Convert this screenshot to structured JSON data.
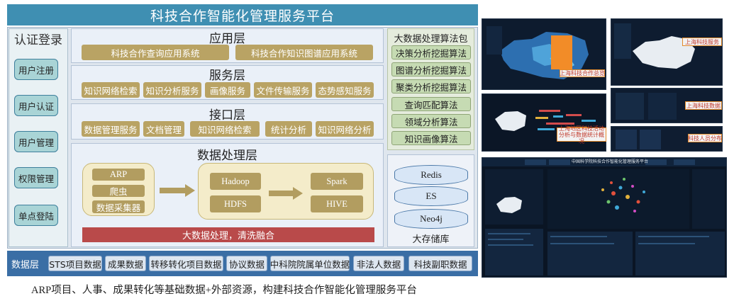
{
  "title": "科技合作智能化管理服务平台",
  "auth": {
    "title": "认证登录",
    "items": [
      "用户注册",
      "用户认证",
      "用户管理",
      "权限管理",
      "单点登陆"
    ]
  },
  "application_layer": {
    "title": "应用层",
    "items": [
      "科技合作查询应用系统",
      "科技合作知识图谱应用系统"
    ]
  },
  "service_layer": {
    "title": "服务层",
    "items": [
      "知识网络检索",
      "知识分析服务",
      "画像服务",
      "文件传输服务",
      "态势感知服务"
    ]
  },
  "interface_layer": {
    "title": "接口层",
    "items": [
      "数据管理服务",
      "文档管理",
      "知识网络检索",
      "统计分析",
      "知识网络分析"
    ]
  },
  "processing_layer": {
    "title": "数据处理层",
    "sources": [
      "ARP",
      "爬虫",
      "数据采集器"
    ],
    "platform": [
      "Hadoop",
      "HDFS"
    ],
    "engines": [
      "Spark",
      "HIVE"
    ],
    "banner": "大数据处理，清洗融合"
  },
  "algorithms": {
    "title": "大数据处理算法包",
    "items": [
      "决策分析挖掘算法",
      "图谱分析挖掘算法",
      "聚类分析挖掘算法",
      "查询匹配算法",
      "领域分析算法",
      "知识画像算法"
    ]
  },
  "storage": {
    "items": [
      "Redis",
      "ES",
      "Neo4j"
    ],
    "label": "大存储库"
  },
  "data_layer": {
    "label": "数据层",
    "items": [
      "STS项目数据",
      "成果数据",
      "转移转化项目数据",
      "协议数据",
      "中科院院属单位数据",
      "非法人数据",
      "科技副职数据"
    ]
  },
  "caption": "ARP项目、人事、成果转化等基础数据+外部资源，构建科技合作智能化管理服务平台",
  "screenshots": {
    "labels": [
      "上海科技合作总览",
      "上海科技服务",
      "上海科技数据",
      "上海地区科技活动 分析与数据统计概况",
      "科技人员分布"
    ],
    "big_header": "中国科学院科技合作智能化管理服务平台"
  }
}
